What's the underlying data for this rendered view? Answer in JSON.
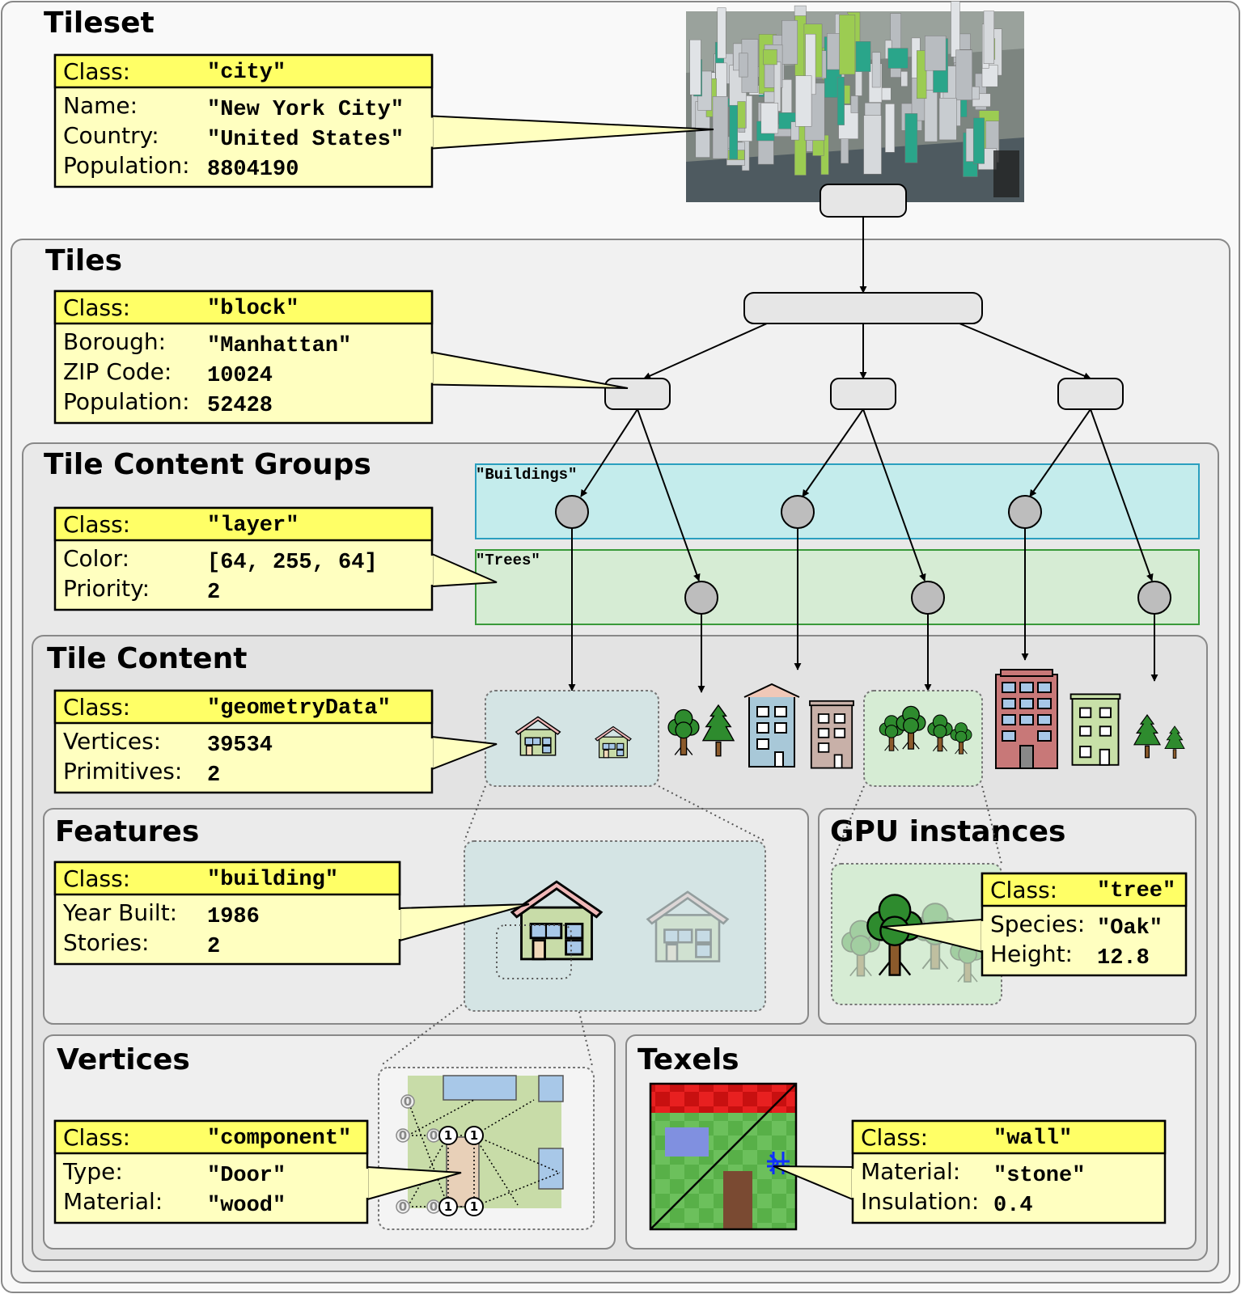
{
  "sections": {
    "tileset": "Tileset",
    "tiles": "Tiles",
    "tile_content_groups": "Tile Content Groups",
    "tile_content": "Tile Content",
    "features": "Features",
    "gpu_instances": "GPU instances",
    "vertices": "Vertices",
    "texels": "Texels"
  },
  "groups": {
    "buildings": "\"Buildings\"",
    "trees": "\"Trees\""
  },
  "callouts": {
    "tileset": {
      "class_label": "Class:",
      "class_value": "\"city\"",
      "rows": [
        {
          "label": "Name:",
          "value": "\"New York City\""
        },
        {
          "label": "Country:",
          "value": "\"United States\""
        },
        {
          "label": "Population:",
          "value": "8804190"
        }
      ]
    },
    "tiles": {
      "class_label": "Class:",
      "class_value": "\"block\"",
      "rows": [
        {
          "label": "Borough:",
          "value": "\"Manhattan\""
        },
        {
          "label": "ZIP Code:",
          "value": "10024"
        },
        {
          "label": "Population:",
          "value": "52428"
        }
      ]
    },
    "groups": {
      "class_label": "Class:",
      "class_value": "\"layer\"",
      "rows": [
        {
          "label": "Color:",
          "value": "[64, 255, 64]"
        },
        {
          "label": "Priority:",
          "value": "2"
        }
      ]
    },
    "content": {
      "class_label": "Class:",
      "class_value": "\"geometryData\"",
      "rows": [
        {
          "label": "Vertices:",
          "value": "39534"
        },
        {
          "label": "Primitives:",
          "value": "2"
        }
      ]
    },
    "features": {
      "class_label": "Class:",
      "class_value": "\"building\"",
      "rows": [
        {
          "label": "Year Built:",
          "value": "1986"
        },
        {
          "label": "Stories:",
          "value": "2"
        }
      ]
    },
    "gpu": {
      "class_label": "Class:",
      "class_value": "\"tree\"",
      "rows": [
        {
          "label": "Species:",
          "value": "\"Oak\""
        },
        {
          "label": "Height:",
          "value": "12.8"
        }
      ]
    },
    "vertices": {
      "class_label": "Class:",
      "class_value": "\"component\"",
      "rows": [
        {
          "label": "Type:",
          "value": "\"Door\""
        },
        {
          "label": "Material:",
          "value": "\"wood\""
        }
      ]
    },
    "texels": {
      "class_label": "Class:",
      "class_value": "\"wall\"",
      "rows": [
        {
          "label": "Material:",
          "value": "\"stone\""
        },
        {
          "label": "Insulation:",
          "value": "0.4"
        }
      ]
    }
  },
  "vertex_labels": {
    "zero": "0",
    "one": "1"
  },
  "colors": {
    "callout_header": "#ffff66",
    "callout_body": "#ffffc0",
    "buildings_group": "#c4ecec",
    "trees_group": "#d6ecd4",
    "tree_green": "#2e8b2e",
    "trunk_brown": "#8b5a2b"
  }
}
